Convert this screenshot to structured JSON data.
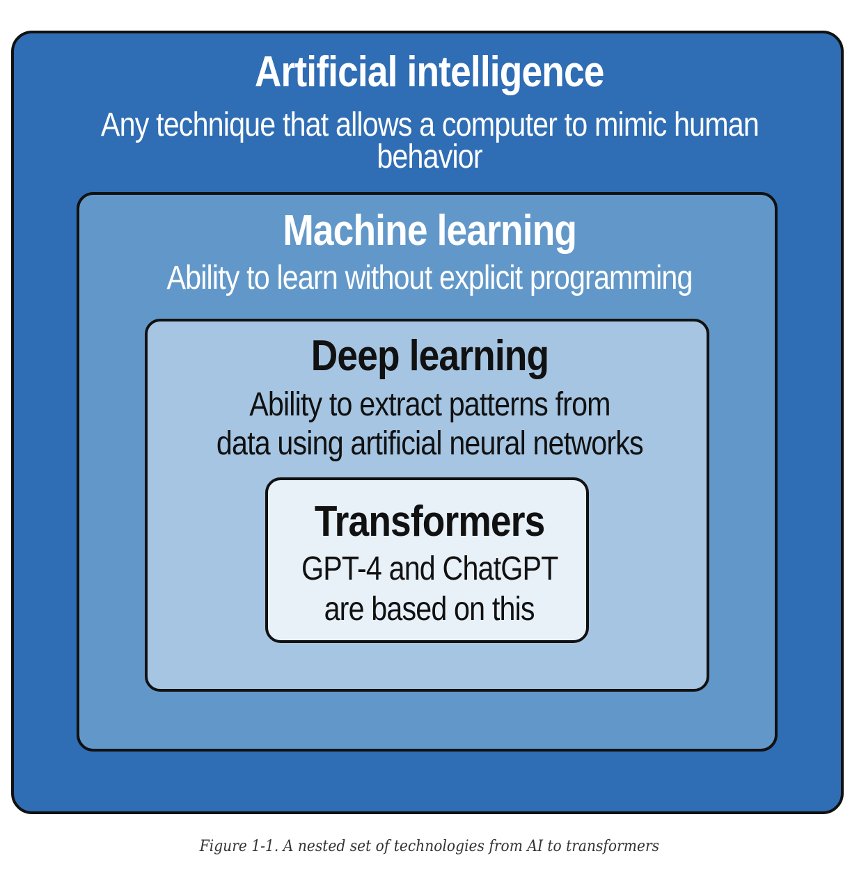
{
  "colors": {
    "ai": "#2f6db4",
    "ml": "#6298c9",
    "dl": "#a5c5e2",
    "transformers": "#e8f0f8"
  },
  "ai": {
    "title": "Artificial intelligence",
    "desc_line1": "Any technique that allows a computer to mimic human",
    "desc_line2": "behavior"
  },
  "ml": {
    "title": "Machine learning",
    "desc_line1": "Ability to learn without explicit programming"
  },
  "dl": {
    "title": "Deep learning",
    "desc_line1": "Ability to extract patterns from",
    "desc_line2": "data using artificial neural networks"
  },
  "transformers": {
    "title": "Transformers",
    "desc_line1": "GPT-4 and ChatGPT",
    "desc_line2": "are based on this"
  },
  "caption": "Figure 1-1. A nested set of technologies from AI to transformers"
}
